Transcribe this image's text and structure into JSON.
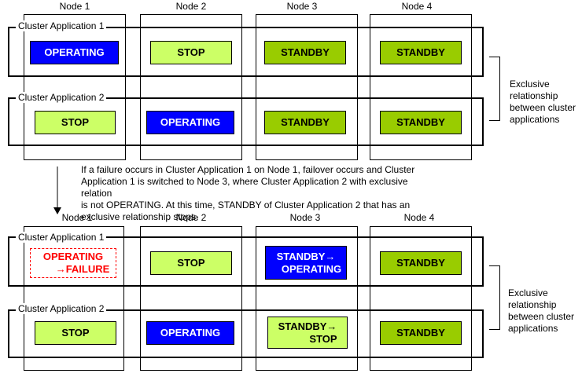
{
  "nodes": [
    "Node 1",
    "Node 2",
    "Node 3",
    "Node 4"
  ],
  "top": {
    "cluster1_title": "Cluster Application 1",
    "cluster2_title": "Cluster Application 2",
    "cluster1_states": [
      "OPERATING",
      "STOP",
      "STANDBY",
      "STANDBY"
    ],
    "cluster2_states": [
      "STOP",
      "OPERATING",
      "STANDBY",
      "STANDBY"
    ],
    "exclusive_note": [
      "Exclusive",
      "relationship",
      "between cluster",
      "applications"
    ]
  },
  "caption": [
    "If a failure occurs in Cluster Application 1 on Node 1, failover occurs and Cluster",
    "Application 1 is switched to Node 3, where Cluster Application 2 with exclusive relation",
    "is not OPERATING. At this time, STANDBY of Cluster Application 2 that has an",
    "exclusive relationship stops."
  ],
  "bottom": {
    "cluster1_title": "Cluster Application 1",
    "cluster2_title": "Cluster Application 2",
    "c1_n1": [
      "OPERATING",
      "→FAILURE"
    ],
    "c1_n2": "STOP",
    "c1_n3": [
      "STANDBY→",
      "OPERATING"
    ],
    "c1_n4": "STANDBY",
    "c2_n1": "STOP",
    "c2_n2": "OPERATING",
    "c2_n3": [
      "STANDBY→",
      "STOP"
    ],
    "c2_n4": "STANDBY",
    "exclusive_note": [
      "Exclusive",
      "relationship",
      "between cluster",
      "applications"
    ]
  },
  "colors": {
    "operating": "#0000ff",
    "stop": "#ccff66",
    "standby": "#99cc00",
    "failure": "#ff0000"
  }
}
